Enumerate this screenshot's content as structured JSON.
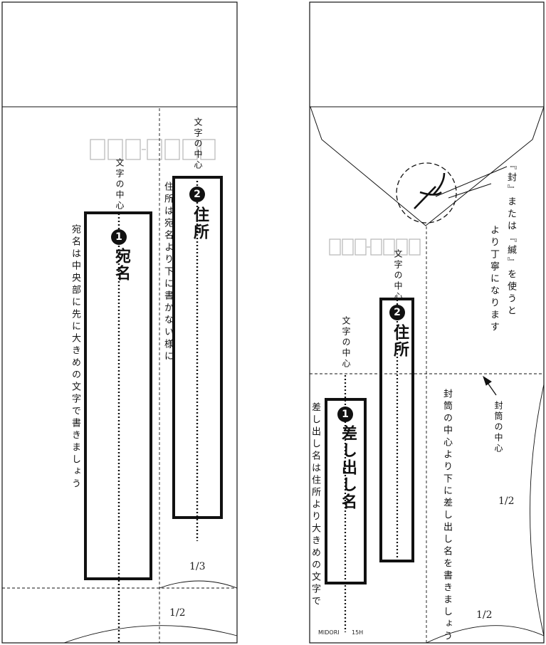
{
  "left_envelope": {
    "center_label_1": "文字の中心",
    "center_label_2": "文字の中心",
    "box1_number": "1",
    "box1_label": "宛名",
    "box2_number": "2",
    "box2_label": "住所",
    "instruction_1": "宛名は中央部に先に大きめの文字で書きましょう",
    "instruction_2": "住所は宛名より下に書かない様に",
    "fraction_third": "1/3",
    "fraction_half": "1/2"
  },
  "right_envelope": {
    "seal_note_line1": "『封』または『緘』を使うと",
    "seal_note_line2": "より丁寧になります",
    "center_label_1": "文字の中心",
    "center_label_2": "文字の中心",
    "box1_number": "1",
    "box1_label": "差し出し名",
    "box2_number": "2",
    "box2_label": "住所",
    "instruction_1": "差し出し名は住所より大きめの文字で",
    "instruction_2": "封筒の中心より下に差し出し名を書きましょう",
    "envelope_center": "封筒の中心",
    "fraction_half_upper": "1/2",
    "fraction_half_lower": "1/2",
    "brand": "MIDORI",
    "model": "15H"
  }
}
